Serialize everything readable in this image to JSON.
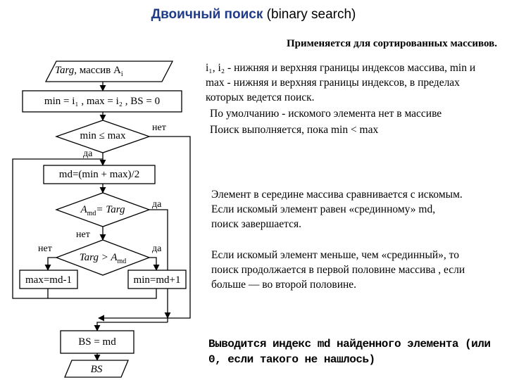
{
  "title": {
    "ru": "Двоичный поиск",
    "en": "(binary search)"
  },
  "subtitle": "Применяется для сортированных массивов.",
  "flowchart": {
    "input_var": "Targ",
    "input_text": ", массив A",
    "input_sub": "i",
    "init": "min = i₁ , max = i₂ , BS = 0",
    "cond1": "min ≤ max",
    "cond1_no": "нет",
    "cond1_yes": "да",
    "mid": "md=(min + max)/2",
    "cond2_a": "A",
    "cond2_sub": "md",
    "cond2_b": "= Targ",
    "cond2_yes": "да",
    "cond2_no": "нет",
    "cond3_a": "Targ > A",
    "cond3_sub": "md",
    "cond3_no": "нет",
    "cond3_yes": "да",
    "left_assign": "max=md-1",
    "right_assign": "min=md+1",
    "result_assign": "BS = md",
    "output": "BS"
  },
  "notes": {
    "n1": "i₁, i₂ - нижняя и верхняя границы индексов массива, min и max - нижняя и верхняя границы индексов, в пределах которых ведется поиск.",
    "n2": "По умолчанию - искомого элемента нет в массиве",
    "n3": "Поиск выполняется, пока min < max",
    "n4": "Элемент в середине массива сравнивается с искомым. Если искомый элемент равен «срединному» md, поиск завершается.",
    "n5": "Если искомый элемент меньше, чем «срединный», то поиск продолжается в первой половине массива , если больше — во второй половине.",
    "n6": "Выводится индекс md найденного элемента (или 0, если такого не нашлось)"
  }
}
